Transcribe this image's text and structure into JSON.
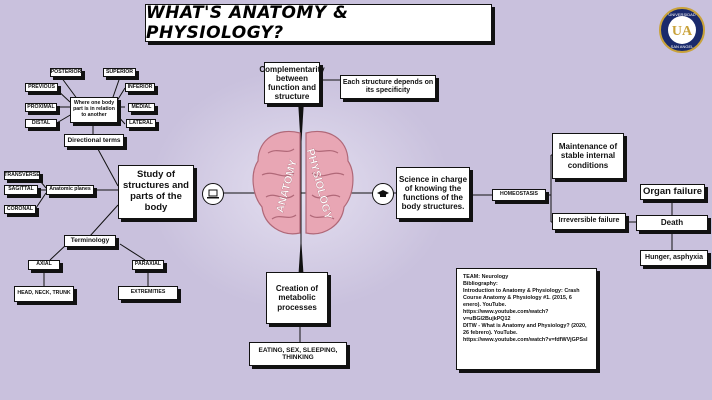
{
  "title": "WHAT'S ANATOMY & PHYSIOLOGY?",
  "logo": {
    "text_top": "UNIVERSIDAD",
    "text_bottom": "SAN ANGEL",
    "letters": "UA"
  },
  "brain": {
    "left_label": "ANATOMY",
    "right_label": "PHYSIOLOGY"
  },
  "center_top": {
    "main": "Complementarity between function and structure",
    "side": "Each structure depends on its specificity"
  },
  "center_bottom": {
    "main": "Creation of metabolic processes",
    "side": "EATING, SEX, SLEEPING, THINKING"
  },
  "anatomy": {
    "main": "Study of structures and parts of the body",
    "directional": {
      "label": "Directional terms",
      "center": "Where one body part is in relation to another",
      "terms": [
        "POSTERIOR",
        "SUPERIOR",
        "PREVIOUS",
        "INFERIOR",
        "PROXIMAL",
        "MEDIAL",
        "DISTAL",
        "LATERAL"
      ]
    },
    "planes": {
      "label": "Anatomic planes",
      "terms": [
        "TRANSVERSE",
        "SAGITTAL",
        "CORONAL"
      ]
    },
    "terminology": {
      "label": "Terminology",
      "axial": "AXIAL",
      "paraxial": "PARAXIAL",
      "axial_sub": "HEAD, NECK, TRUNK",
      "paraxial_sub": "EXTREMITIES"
    }
  },
  "physiology": {
    "main": "Science in charge of knowing the functions of the body structures.",
    "homeostasis": "HOMEOSTASIS",
    "maintenance": "Maintenance of stable internal conditions",
    "irreversible": "Irreversible failure",
    "organ_failure": "Organ failure",
    "death": "Death",
    "hunger": "Hunger, asphyxia"
  },
  "references": {
    "team": "TEAM: Neurology",
    "bibliography": "Bibliography:",
    "ref1": "Introduction to Anatomy & Physiology: Crash Course Anatomy & Physiology #1. (2015, 6 enero). YouTube. https://www.youtube.com/watch?v=uBGl2BujkPQ12",
    "ref2": "DITW - What is Anatomy and Physiology? (2020, 26 febrero). YouTube. https://www.youtube.com/watch?v=fdfWVjGPSsI"
  },
  "colors": {
    "background": "#c9c1dd",
    "brain": "#e8a6b4",
    "accent": "#1a2a6c"
  }
}
